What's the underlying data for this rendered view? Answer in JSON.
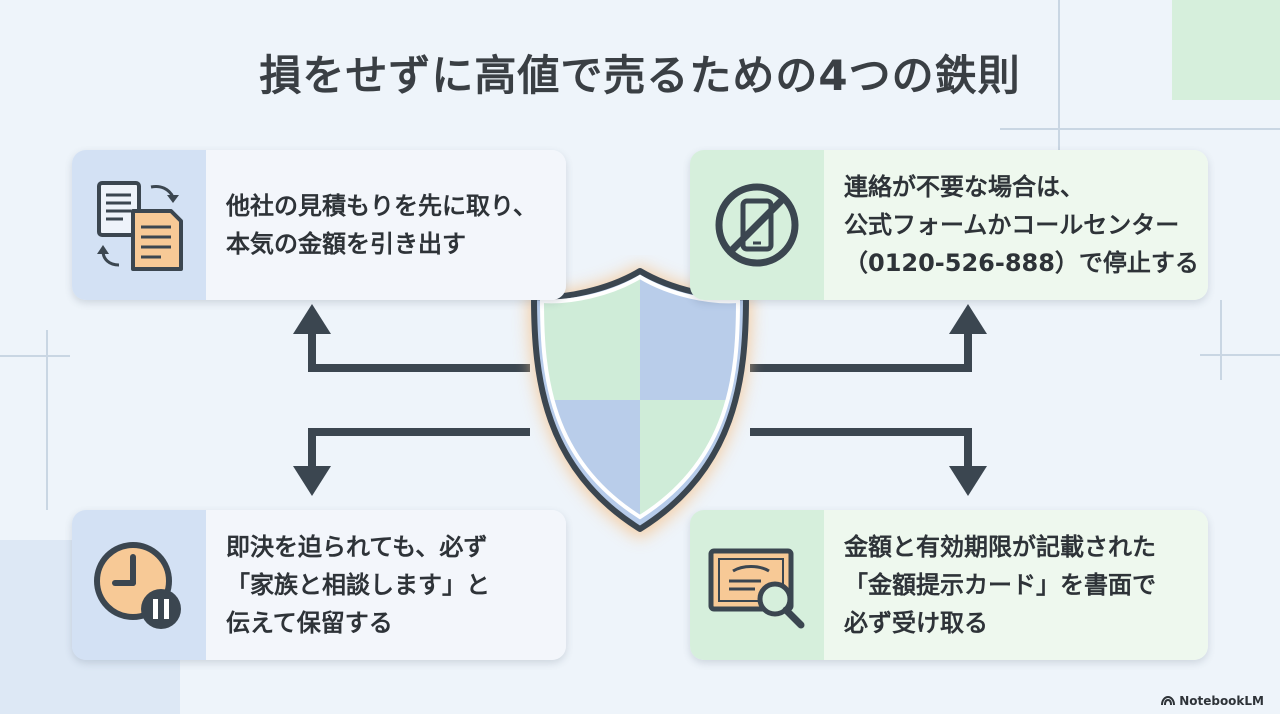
{
  "title": "損をせずに高値で売るための4つの鉄則",
  "cards": [
    {
      "lines": [
        "他社の見積もりを先に取り、",
        "本気の金額を引き出す"
      ],
      "icon": "document-swap-icon"
    },
    {
      "lines": [
        "連絡が不要な場合は、",
        "公式フォームかコールセンター",
        "（0120-526-888）で停止する"
      ],
      "icon": "no-phone-icon"
    },
    {
      "lines": [
        "即決を迫られても、必ず",
        "「家族と相談します」と",
        "伝えて保留する"
      ],
      "icon": "clock-pause-icon"
    },
    {
      "lines": [
        "金額と有効期限が記載された",
        "「金額提示カード」を書面で",
        "必ず受け取る"
      ],
      "icon": "certificate-search-icon"
    }
  ],
  "center_icon": "shield-icon",
  "footer": {
    "brand": "NotebookLM"
  },
  "colors": {
    "blue_panel": "#d3e1f4",
    "green_panel": "#d6efdc",
    "arrow": "#3b4650",
    "shield_glow": "#f6c28b"
  }
}
